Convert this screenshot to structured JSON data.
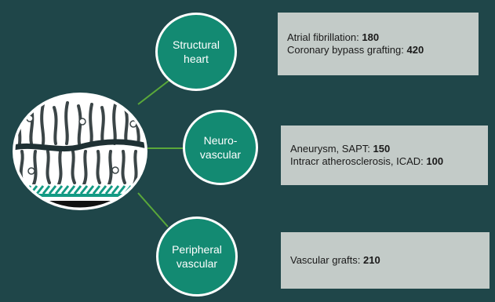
{
  "categories": [
    {
      "id": "structural",
      "label_lines": [
        "Structural",
        "heart"
      ],
      "items": [
        {
          "name": "Atrial fibrillation",
          "value": "180"
        },
        {
          "name": "Coronary bypass grafting",
          "value": "420"
        }
      ]
    },
    {
      "id": "neuro",
      "label_lines": [
        "Neuro-",
        "vascular"
      ],
      "items": [
        {
          "name": "Aneurysm, SAPT",
          "value": "150"
        },
        {
          "name": "Intracr atherosclerosis, ICAD",
          "value": "100"
        }
      ]
    },
    {
      "id": "peripheral",
      "label_lines": [
        "Peripheral",
        "vascular"
      ],
      "items": [
        {
          "name": "Vascular grafts",
          "value": "210"
        }
      ]
    }
  ],
  "colors": {
    "background": "#1f4649",
    "node_fill": "#138a72",
    "node_border": "#ffffff",
    "connector": "#5aa83a",
    "info_box": "#c3cbc8",
    "fiber": "#3b4547"
  },
  "icon": "coated-surface-illustration"
}
